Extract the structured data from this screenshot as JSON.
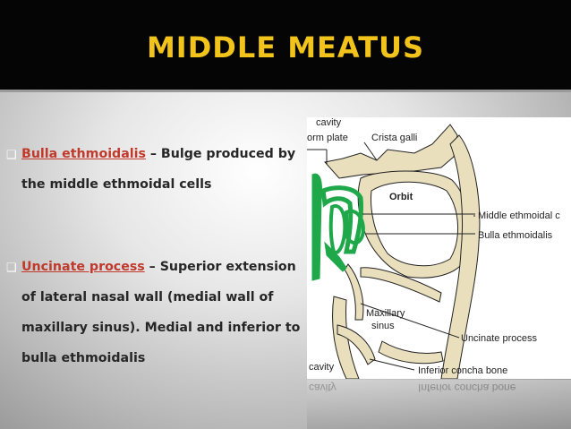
{
  "slide": {
    "title": "MIDDLE MEATUS",
    "bullet_glyph": "❑",
    "points": [
      {
        "term": "Bulla ethmoidalis",
        "line1_rest": " – Bulge produced by",
        "lines": [
          "the middle ethmoidal cells"
        ]
      },
      {
        "term": "Uncinate process",
        "line1_rest": " – Superior extension",
        "lines": [
          "of lateral nasal wall (medial wall of",
          "maxillary sinus). Medial and inferior to",
          "bulla ethmoidalis"
        ]
      }
    ]
  },
  "figure": {
    "labels": {
      "cavity_top": "cavity",
      "form_plate": "orm plate",
      "crista_galli": "Crista galli",
      "orbit": "Orbit",
      "middle_ethmoidal": "Middle ethmoidal c",
      "bulla_ethmoidalis": "Bulla ethmoidalis",
      "maxillary": "Maxillary",
      "sinus": "sinus",
      "uncinate_process": "Uncinate process",
      "cavity_bottom": "cavity",
      "inferior_concha": "Inferior concha bone"
    },
    "colors": {
      "bone": "#eadfbd",
      "highlight": "#1fa84a",
      "lines": "#222222"
    }
  },
  "reflection": {
    "text1": "cavity",
    "text2": "Inferior concha bone"
  }
}
